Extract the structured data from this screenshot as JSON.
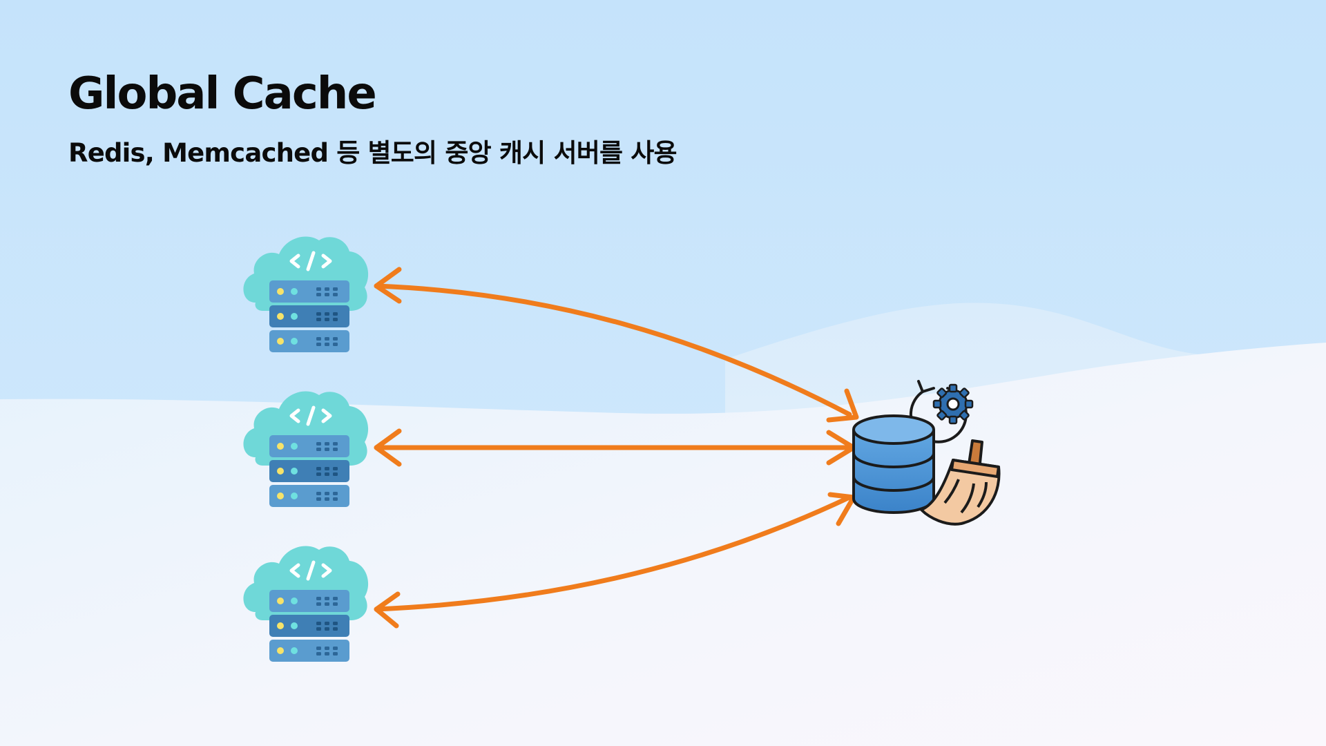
{
  "slide": {
    "title": "Global Cache",
    "subtitle": "Redis, Memcached 등 별도의 중앙 캐시 서버를 사용"
  },
  "diagram": {
    "nodes": [
      {
        "id": "app-server-1",
        "icon": "cloud-server-icon"
      },
      {
        "id": "app-server-2",
        "icon": "cloud-server-icon"
      },
      {
        "id": "app-server-3",
        "icon": "cloud-server-icon"
      },
      {
        "id": "cache-server",
        "icon": "database-gear-broom-icon"
      }
    ],
    "edges": [
      {
        "from": "app-server-1",
        "to": "cache-server",
        "direction": "bidirectional"
      },
      {
        "from": "app-server-2",
        "to": "cache-server",
        "direction": "bidirectional"
      },
      {
        "from": "app-server-3",
        "to": "cache-server",
        "direction": "bidirectional"
      }
    ]
  },
  "colors": {
    "background_top": "#c6e4fb",
    "background_bottom": "#f7f6fb",
    "arrow": "#f07c1c",
    "cloud": "#6fd8d8",
    "server": "#4f8fc4",
    "database": "#4a90d2",
    "broom": "#f3c9a2",
    "gear": "#2f6fb0"
  }
}
